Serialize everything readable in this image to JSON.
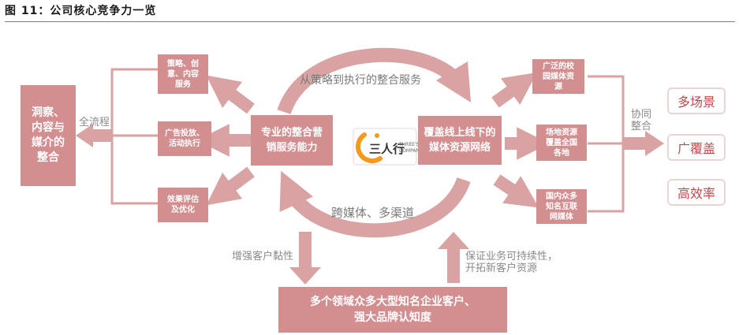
{
  "header": {
    "title": "图 11：公司核心竞争力一览"
  },
  "left": {
    "integration": "洞察、\n内容与\n媒介的\n整合",
    "full_process": "全流程"
  },
  "services": {
    "strategy": "策略、创\n意、内容\n服务",
    "ad": "广告投放、\n活动执行",
    "eval": "效果评估\n及优化"
  },
  "center": {
    "core_service": "专业的整合营\n销服务能力",
    "network": "覆盖线上线下的\n媒体资源网络",
    "top_arc": "从策略到执行的整合服务",
    "bottom_arc": "跨媒体、多渠道",
    "logo_cn": "三人行",
    "logo_en_1": "THREE'S",
    "logo_en_2": "COMPANY"
  },
  "resources": {
    "campus": "广泛的校\n园媒体资\n源",
    "venue": "场地资源\n覆盖全国\n各地",
    "internet": "国内众多\n知名互联\n网媒体"
  },
  "right": {
    "synergy": "协同\n整合",
    "multi_scene": "多场景",
    "wide_coverage": "广覆盖",
    "high_efficiency": "高效率"
  },
  "bottom": {
    "stickiness": "增强客户黏性",
    "sustain": "保证业务可持续性，\n开拓新客户资源",
    "clients": "多个领域众多大型知名企业客户、\n强大品牌认知度"
  },
  "colors": {
    "box": "#d38e90",
    "arrow": "#d9a2a3",
    "pill_text": "#c0484c",
    "logo_orange": "#f29a1f"
  }
}
